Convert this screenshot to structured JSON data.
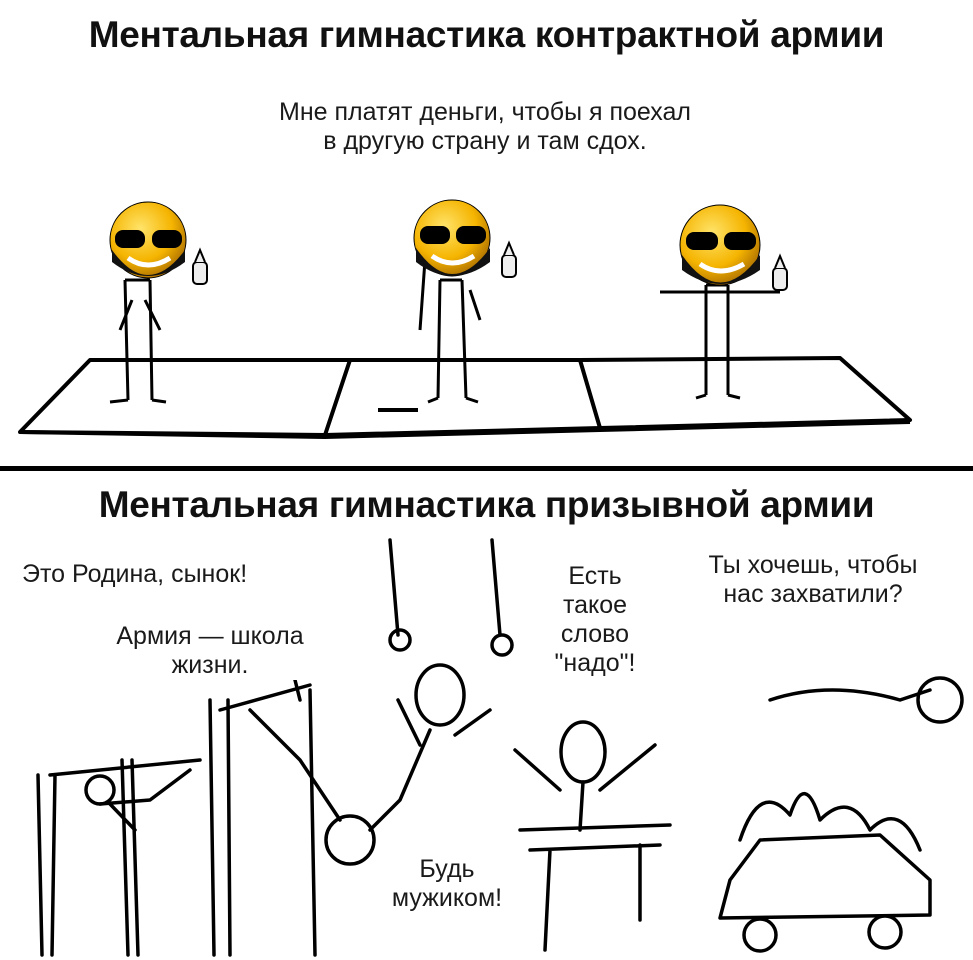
{
  "top_panel": {
    "title": "Ментальная гимнастика контрактной армии",
    "caption_line1": "Мне платят деньги, чтобы я поехал",
    "caption_line2": "в другую страну и там сдох."
  },
  "bottom_panel": {
    "title": "Ментальная гимнастика призывной армии",
    "quote_homeland": "Это Родина, сынок!",
    "quote_army_line1": "Армия — школа",
    "quote_army_line2": "жизни.",
    "quote_be_man_line1": "Будь",
    "quote_be_man_line2": "мужиком!",
    "quote_must_line1": "Есть",
    "quote_must_line2": "такое",
    "quote_must_line3": "слово",
    "quote_must_line4": "\"надо\"!",
    "quote_captured_line1": "Ты хочешь, чтобы",
    "quote_captured_line2": "нас захватили?"
  }
}
